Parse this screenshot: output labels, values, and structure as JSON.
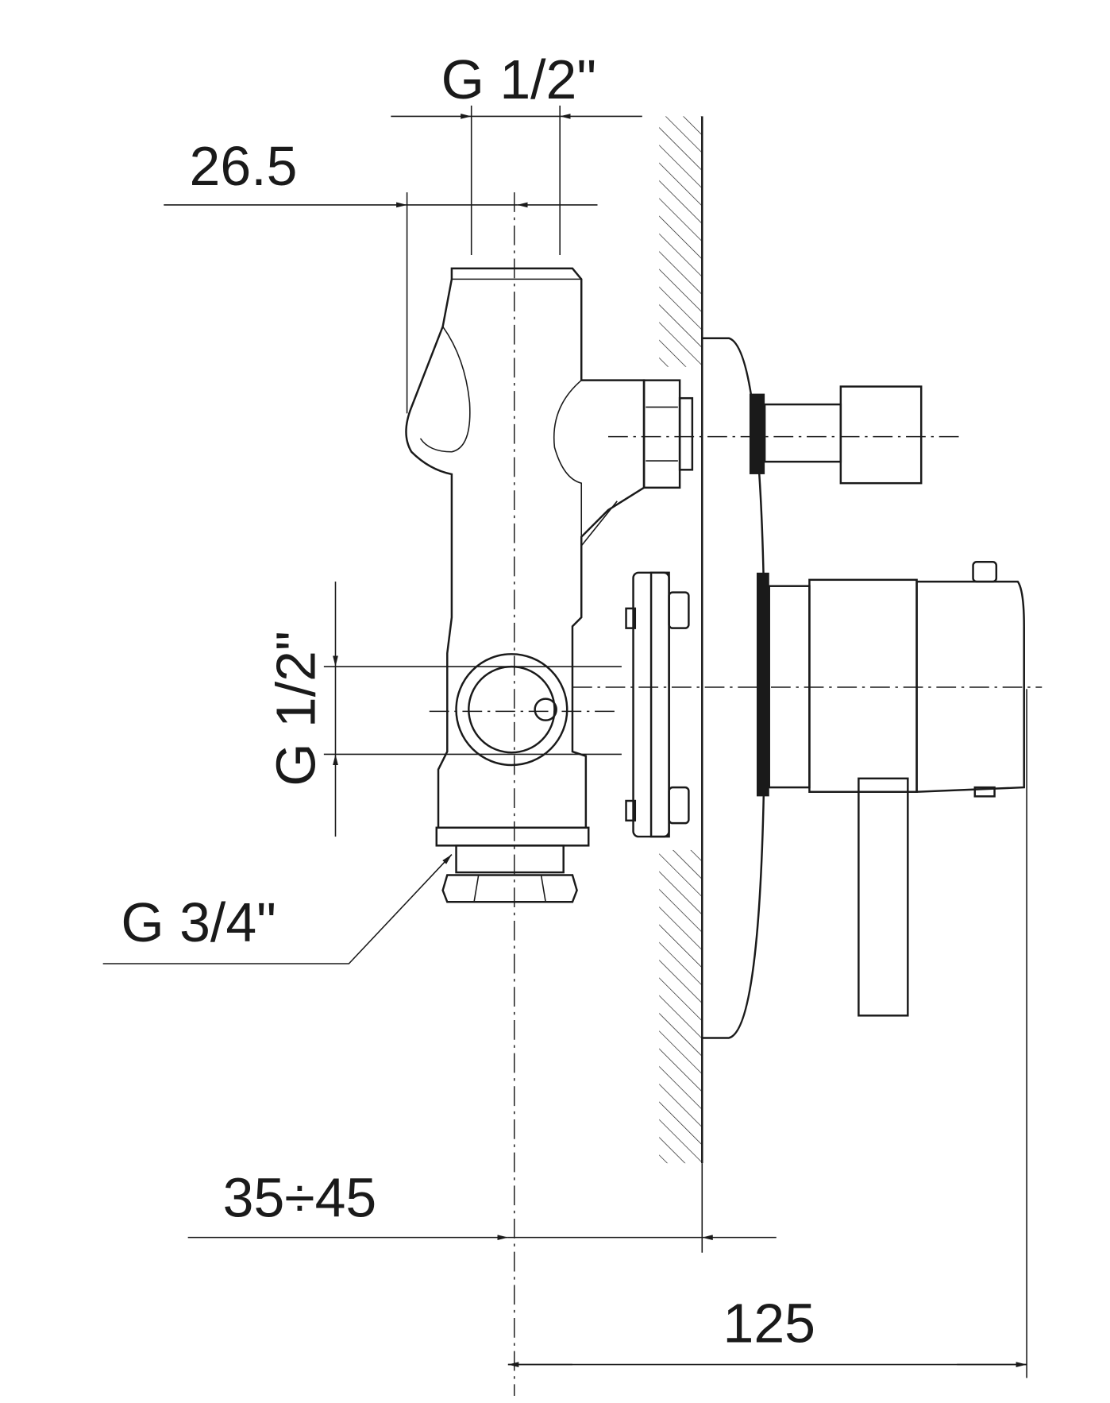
{
  "dimensions": {
    "top_thread": "G 1/2\"",
    "offset": "26.5",
    "side_thread": "G 1/2\"",
    "bottom_thread": "G 3/4\"",
    "wall_depth": "35÷45",
    "overall_depth": "125"
  }
}
